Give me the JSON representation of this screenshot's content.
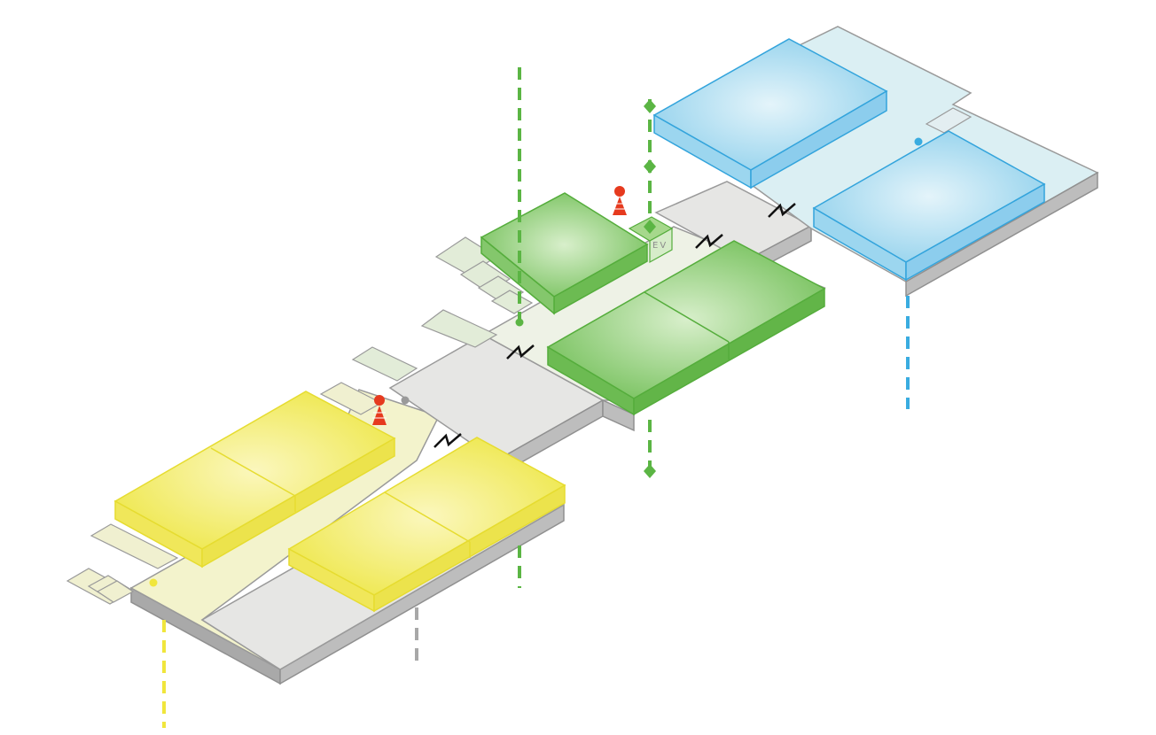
{
  "diagram": {
    "zones": [
      {
        "id": "yellow",
        "color": "#f0e63c"
      },
      {
        "id": "green",
        "color": "#5bb544"
      },
      {
        "id": "blue",
        "color": "#39ace0"
      },
      {
        "id": "gray",
        "color": "#b4b4b4"
      }
    ],
    "labels": {
      "elevator": "EV"
    }
  }
}
